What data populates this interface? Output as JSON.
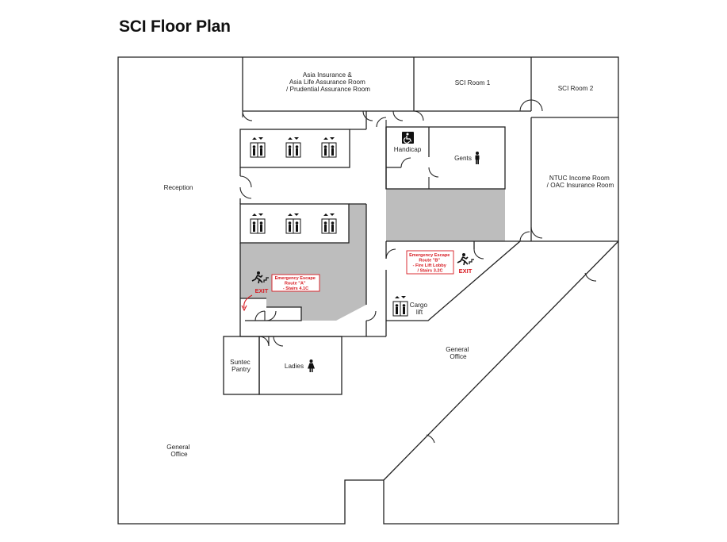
{
  "title": "SCI Floor Plan",
  "rooms": {
    "asia_insurance": [
      "Asia Insurance &",
      "Asia Life Assurance Room",
      "/ Prudential Assurance Room"
    ],
    "sci_room_1": "SCI Room 1",
    "sci_room_2": "SCI Room 2",
    "reception": "Reception",
    "ntuc": [
      "NTUC Income Room",
      "/ OAC Insurance Room"
    ],
    "handicap": "Handicap",
    "gents": "Gents",
    "ladies": "Ladies",
    "suntec_pantry": [
      "Suntec",
      "Pantry"
    ],
    "cargo_lift": [
      "Cargo",
      "lift"
    ],
    "general_office_right": [
      "General",
      "Office"
    ],
    "general_office_left": [
      "General",
      "Office"
    ]
  },
  "exits": {
    "route_a": {
      "lines": [
        "Emergency Escape",
        "Route \"A\"",
        "- Stairs 4.1C"
      ],
      "label": "EXIT"
    },
    "route_b": {
      "lines": [
        "Emergency Escape",
        "Route \"B\"",
        "- Fire Lift Lobby",
        "/ Stairs 3.2C"
      ],
      "label": "EXIT"
    }
  },
  "colors": {
    "wall": "#222222",
    "shaded_area": "#bdbdbd",
    "exit_red": "#d71920"
  },
  "icons": [
    "elevator-icon",
    "wheelchair-icon",
    "man-icon",
    "woman-icon",
    "running-man-exit-icon",
    "cargo-lift-icon"
  ]
}
